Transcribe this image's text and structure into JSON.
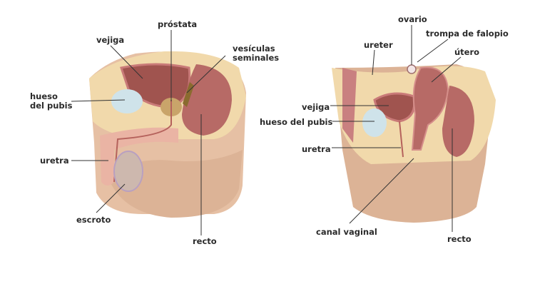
{
  "male": {
    "labels": {
      "prostate": "próstata",
      "bladder": "vejiga",
      "seminal_vesicles_1": "vesículas",
      "seminal_vesicles_2": "seminales",
      "pubic_bone_1": "hueso",
      "pubic_bone_2": "del pubis",
      "urethra": "uretra",
      "scrotum": "escroto",
      "rectum": "recto"
    }
  },
  "female": {
    "labels": {
      "ovary": "ovario",
      "fallopian_tube": "trompa de falopio",
      "uterus": "útero",
      "ureter": "ureter",
      "bladder": "vejiga",
      "pubic_bone": "hueso del pubis",
      "urethra": "uretra",
      "vaginal_canal": "canal vaginal",
      "rectum": "recto"
    }
  },
  "colors": {
    "skin": "#e8c3a8",
    "fat": "#f1d9a8",
    "organ": "#a85a5a",
    "organ_light": "#c98080",
    "bone": "#cfe3ea",
    "gland": "#c9a46a",
    "leader": "#333333"
  }
}
